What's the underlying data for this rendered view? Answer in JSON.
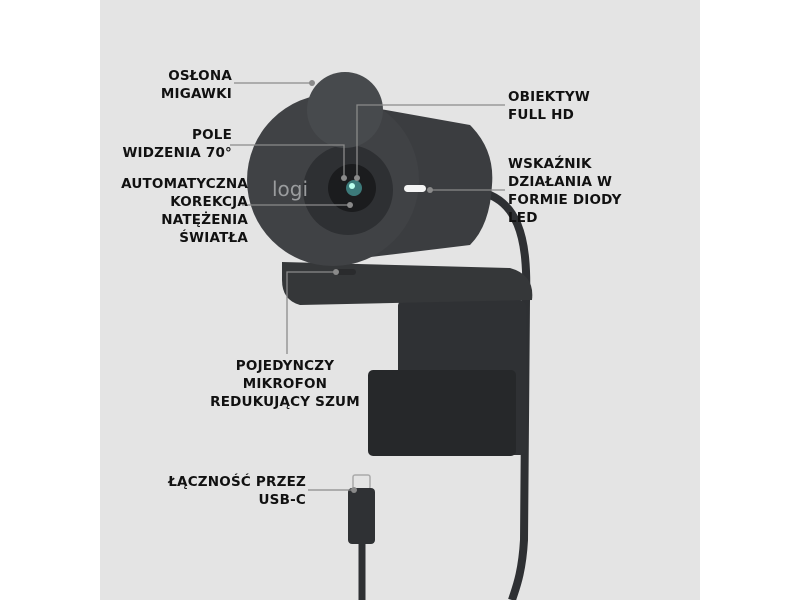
{
  "brand_logo": "logi",
  "callouts": {
    "shutter": [
      "OSŁONA",
      "MIGAWKI"
    ],
    "field_of_view": [
      "POLE",
      "WIDZENIA 70°"
    ],
    "light_correction": [
      "AUTOMATYCZNA",
      "KOREKCJA",
      "NATĘŻENIA",
      "ŚWIATŁA"
    ],
    "lens": [
      "OBIEKTYW",
      "FULL HD"
    ],
    "led": [
      "WSKAŹNIK",
      "DZIAŁANIA W",
      "FORMIE DIODY",
      "LED"
    ],
    "microphone": [
      "POJEDYNCZY",
      "MIKROFON",
      "REDUKUJĄCY SZUM"
    ],
    "usb": [
      "ŁĄCZNOŚĆ PRZEZ",
      "USB-C"
    ]
  },
  "colors": {
    "background": "#e4e4e4",
    "body": "#3a3c3f",
    "line": "#8a8a8a",
    "text": "#111111"
  }
}
